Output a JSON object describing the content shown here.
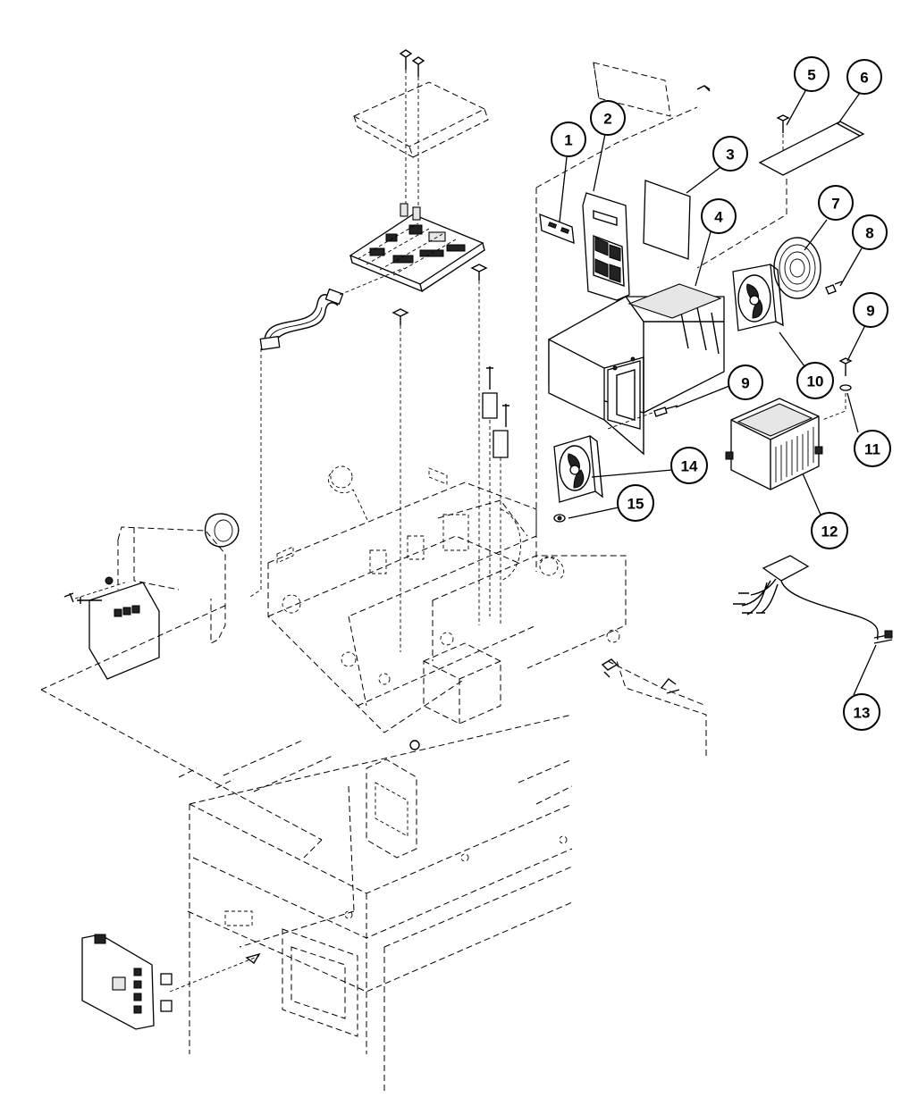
{
  "callouts": [
    {
      "id": "1",
      "label": "1"
    },
    {
      "id": "2",
      "label": "2"
    },
    {
      "id": "3",
      "label": "3"
    },
    {
      "id": "4",
      "label": "4"
    },
    {
      "id": "5",
      "label": "5"
    },
    {
      "id": "6",
      "label": "6"
    },
    {
      "id": "7",
      "label": "7"
    },
    {
      "id": "8",
      "label": "8"
    },
    {
      "id": "9a",
      "label": "9"
    },
    {
      "id": "9b",
      "label": "9"
    },
    {
      "id": "10",
      "label": "10"
    },
    {
      "id": "11",
      "label": "11"
    },
    {
      "id": "12",
      "label": "12"
    },
    {
      "id": "13",
      "label": "13"
    },
    {
      "id": "14",
      "label": "14"
    },
    {
      "id": "15",
      "label": "15"
    }
  ]
}
